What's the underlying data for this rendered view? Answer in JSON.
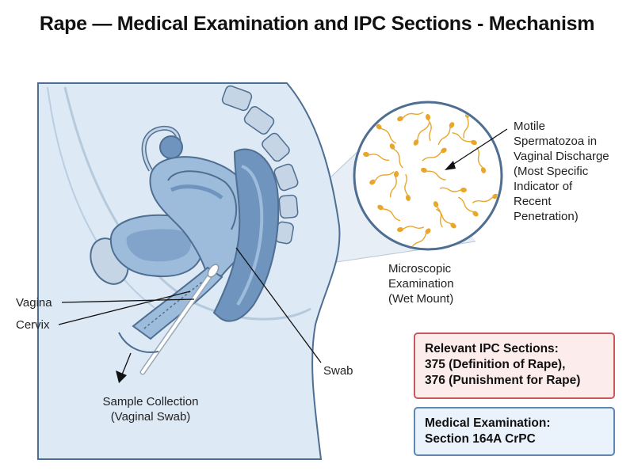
{
  "title": "Rape — Medical Examination and IPC Sections - Mechanism",
  "labels": {
    "vagina": "Vagina",
    "cervix": "Cervix",
    "swab": "Swab",
    "sample_line1": "Sample Collection",
    "sample_line2": "(Vaginal Swab)",
    "micro_line1": "Microscopic",
    "micro_line2": "Examination",
    "micro_line3": "(Wet Mount)",
    "sperm_lines": [
      "Motile",
      "Spermatozoa in",
      "Vaginal Discharge",
      "(Most Specific",
      "Indicator of",
      "Recent",
      "Penetration)"
    ]
  },
  "ipc_box": {
    "heading": "Relevant IPC Sections:",
    "line1": "375 (Definition of Rape),",
    "line2": "376 (Punishment for Rape)"
  },
  "medical_box": {
    "heading": "Medical Examination:",
    "line1": "Section 164A CrPC"
  },
  "colors": {
    "tissue": "#dde9f4",
    "organ": "#9dbcdb",
    "organ_dark": "#6f95bf",
    "outline": "#4e6e92",
    "sperm": "#e8a72b",
    "ipc_border": "#c9585d",
    "med_border": "#5d86b3"
  }
}
